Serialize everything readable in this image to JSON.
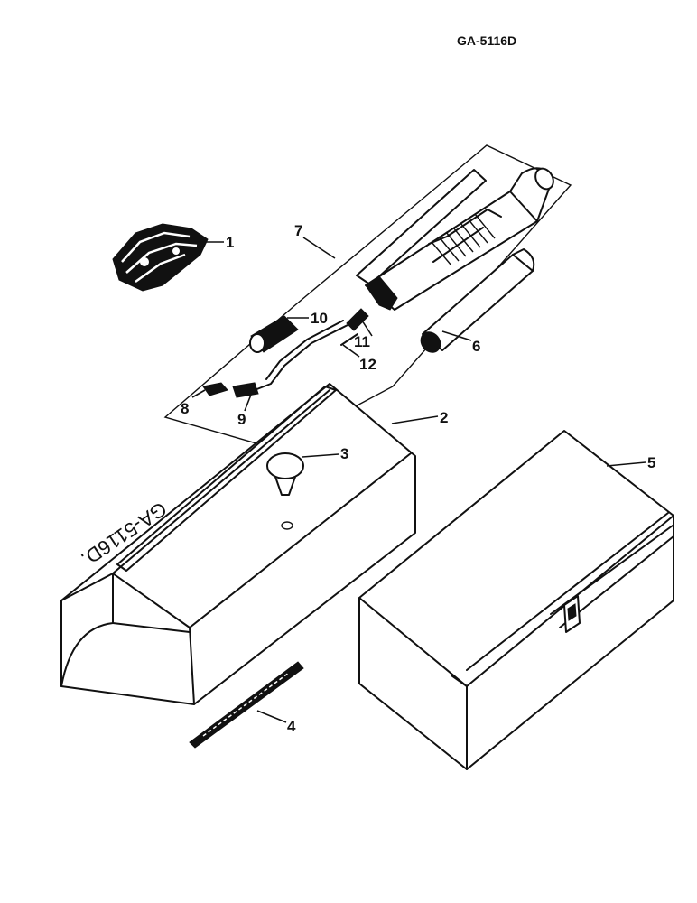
{
  "drawing_id": "GA-5116D",
  "stamp_text": "GA-5116D.",
  "callouts": [
    "1",
    "2",
    "3",
    "4",
    "5",
    "6",
    "7",
    "8",
    "9",
    "10",
    "11",
    "12"
  ],
  "ink_color": "#111111",
  "paper_color": "#ffffff"
}
